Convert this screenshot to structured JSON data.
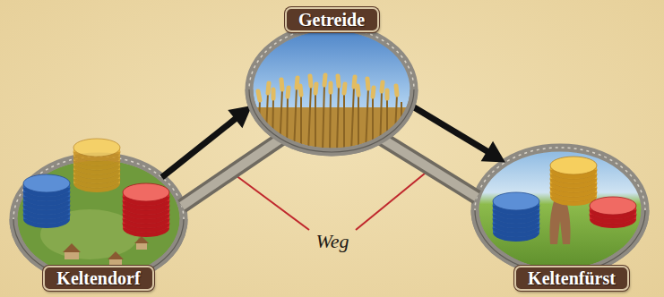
{
  "diagram": {
    "nodes": [
      {
        "text": [
          "Keltendorf"
        ]
      },
      {
        "text": [
          "Getreide"
        ]
      },
      {
        "text": [
          "Keltenfürst"
        ]
      }
    ],
    "edges": [
      {
        "from": 0,
        "to": 1,
        "arrow": "none"
      },
      {
        "from": 1,
        "to": 2,
        "arrow": "none"
      },
      {
        "from": 0,
        "to": 1,
        "arrow": "to"
      },
      {
        "from": 1,
        "to": 2,
        "arrow": "to"
      }
    ],
    "labels": [
      "Weg"
    ]
  }
}
